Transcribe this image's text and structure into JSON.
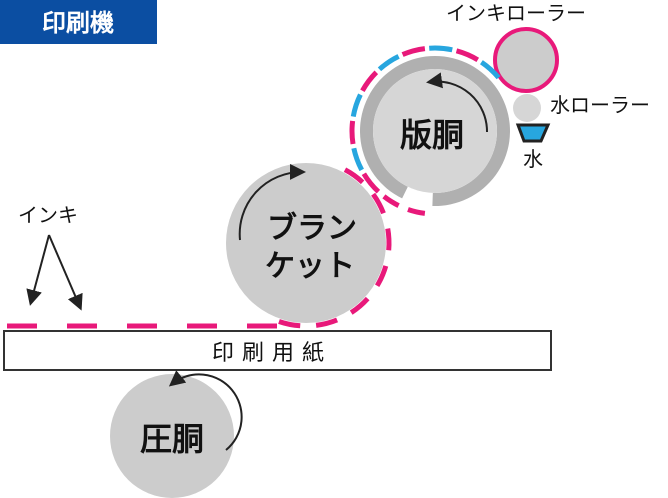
{
  "title": "印刷機",
  "labels": {
    "ink_roller": "インキローラー",
    "water_roller": "水ローラー",
    "water": "水",
    "ink": "インキ",
    "plate_cylinder": "版胴",
    "blanket_line1": "ブラン",
    "blanket_line2": "ケット",
    "paper": "印刷用紙",
    "impression_cylinder": "圧胴"
  },
  "colors": {
    "title_bg": "#0b4ea2",
    "ink": "#e8197a",
    "water": "#27a6df",
    "cylinder": "#cccccc",
    "plate_ring": "#b0b0b0"
  }
}
